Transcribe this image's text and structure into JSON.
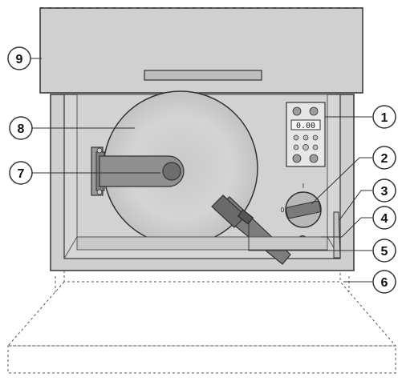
{
  "diagram": {
    "callouts": [
      {
        "id": "1",
        "label": "1"
      },
      {
        "id": "2",
        "label": "2"
      },
      {
        "id": "3",
        "label": "3"
      },
      {
        "id": "4",
        "label": "4"
      },
      {
        "id": "5",
        "label": "5"
      },
      {
        "id": "6",
        "label": "6"
      },
      {
        "id": "7",
        "label": "7"
      },
      {
        "id": "8",
        "label": "8"
      },
      {
        "id": "9",
        "label": "9"
      }
    ],
    "display_readout": "0.00",
    "knob_marks": {
      "top": "I",
      "left": "0"
    }
  }
}
